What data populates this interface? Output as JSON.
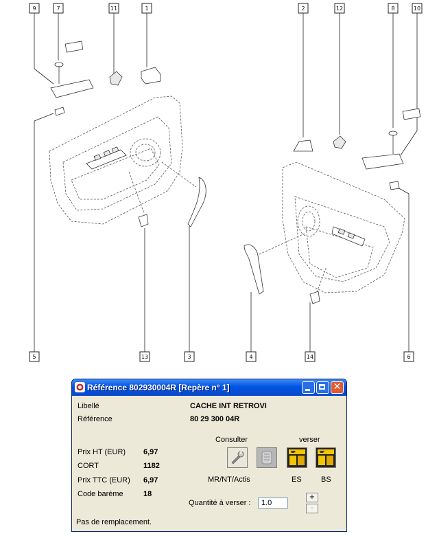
{
  "diagram": {
    "callouts": [
      "9",
      "7",
      "11",
      "1",
      "2",
      "12",
      "8",
      "10",
      "5",
      "13",
      "3",
      "4",
      "14",
      "6"
    ]
  },
  "window": {
    "title": "Référence 802930004R [Repère n° 1]",
    "controls": {
      "close_glyph": "✕"
    },
    "fields": {
      "libelle_label": "Libellé",
      "libelle_value": "CACHE INT RETROVI",
      "reference_label": "Référence",
      "reference_value": "80 29 300 04R",
      "prix_ht_label": "Prix HT (EUR)",
      "prix_ht_value": "6,97",
      "cort_label": "CORT",
      "cort_value": "1182",
      "prix_ttc_label": "Prix TTC (EUR)",
      "prix_ttc_value": "6,97",
      "code_bareme_label": "Code barème",
      "code_bareme_value": "18"
    },
    "consulter_label": "Consulter",
    "verser_label": "verser",
    "mr_label": "MR/NT/Actis",
    "es_label": "ES",
    "bs_label": "BS",
    "quantite_label": "Quantité à verser :",
    "quantite_value": "1.0",
    "plus_label": "+",
    "minus_label": "-",
    "status_text": "Pas de remplacement."
  }
}
